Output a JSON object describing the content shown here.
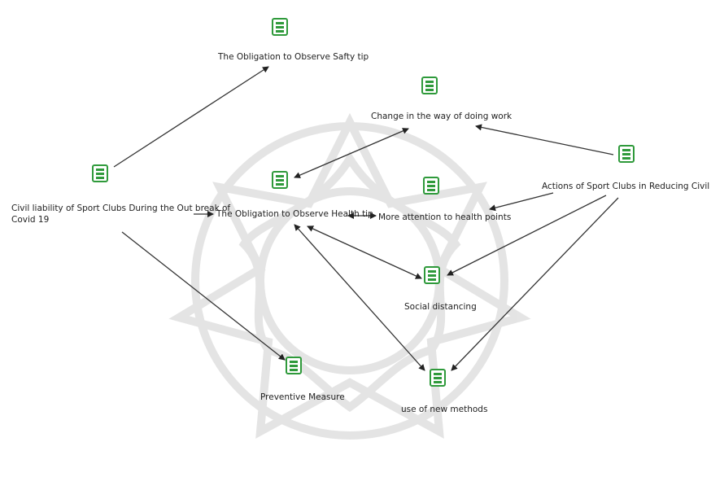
{
  "nodes": {
    "civil_liability": {
      "label_line1": "Civil liability of Sport Clubs During the Out break of",
      "label_line2": "Covid 19"
    },
    "safety_tip": {
      "label": "The Obligation to Observe Safty tip"
    },
    "change_work": {
      "label": "Change in the way of  doing work"
    },
    "health_tip": {
      "label": "The Obligation to Observe Health tip"
    },
    "actions": {
      "label": "Actions of  Sport Clubs in Reducing Civil Liability"
    },
    "more_attention": {
      "label": "More attention to health points"
    },
    "social_distancing": {
      "label": "Social distancing"
    },
    "preventive": {
      "label": "Preventive Measure"
    },
    "new_methods": {
      "label": "use of new methods"
    }
  },
  "colors": {
    "icon_green": "#2f9a3b",
    "edge": "#333333",
    "watermark": "#d9d9d9"
  },
  "icon_name": "document-lines-icon"
}
